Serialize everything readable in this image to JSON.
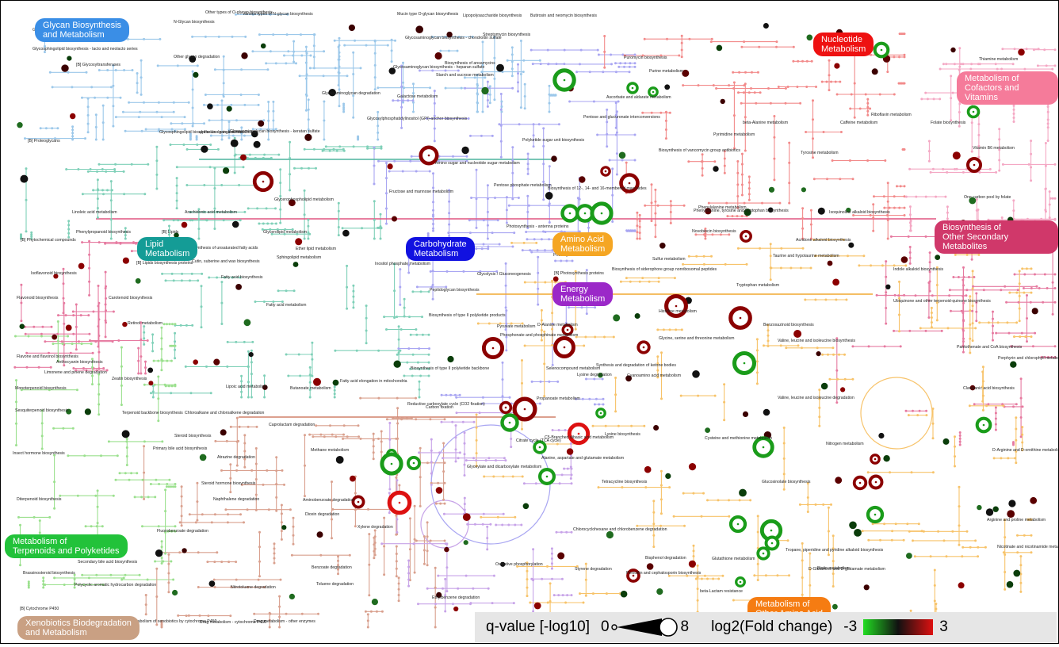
{
  "categories": {
    "glycan": {
      "label": "Glycan Biosynthesis\nand Metabolism",
      "color": "#3a8ee6"
    },
    "nucleotide": {
      "label": "Nucleotide\nMetabolism",
      "color": "#ee1111"
    },
    "cofactors": {
      "label": "Metabolism of\nCofactors and Vitamins",
      "color": "#f57b9a"
    },
    "secondary": {
      "label": "Biosynthesis of\nOther Secondary Metabolites",
      "color": "#d0386a"
    },
    "lipid": {
      "label": "Lipid\nMetabolism",
      "color": "#149c96"
    },
    "carbohydrate": {
      "label": "Carbohydrate\nMetabolism",
      "color": "#1111e0"
    },
    "amino": {
      "label": "Amino Acid\nMetabolism",
      "color": "#f5a623"
    },
    "energy": {
      "label": "Energy\nMetabolism",
      "color": "#9b28c8"
    },
    "terpenoids": {
      "label": "Metabolism of\nTerpenoids and Polyketides",
      "color": "#22c23a"
    },
    "xenobiotics": {
      "label": "Xenobiotics Biodegradation\nand Metabolism",
      "color": "#c9a083"
    },
    "other_amino": {
      "label": "Metabolism of\nOther Amino Acid",
      "color": "#f57c12"
    }
  },
  "pathway_labels": [
    "Glycosphingolipid biosynthesis - lacto and neolacto series",
    "[B] Glycosyltransferases",
    "N-Glycan biosynthesis",
    "Other types of O-glycan biosynthesis",
    "Various types of N-glycan biosynthesis",
    "Mucin type O-glycan biosynthesis",
    "Lipopolysaccharide biosynthesis",
    "Butirosin and neomycin biosynthesis",
    "Glycosphingolipid biosynthesis - globoseries",
    "Other glycan degradation",
    "Glycosaminoglycan biosynthesis - chondroitin sulfate",
    "Streptomycin biosynthesis",
    "Glycosaminoglycan biosynthesis - heparan sulfate",
    "Biosynthesis of ansamycins",
    "Starch and sucrose metabolism",
    "Puromycin biosynthesis",
    "Purine metabolism",
    "Thiamine metabolism",
    "Glycosaminoglycan degradation",
    "Galactose metabolism",
    "Ascorbate and aldarate metabolism",
    "Glycosylphosphatidylinositol (GPI)-anchor biosynthesis",
    "Glycosphingolipid biosynthesis - ganglioseries",
    "Glycosaminoglycan biosynthesis - keratan sulfate",
    "alpha-Linolenic acid metabolism",
    "Polyketide sugar unit biosynthesis",
    "Pentose and glucuronate interconversions",
    "Pyrimidine metabolism",
    "beta-Alanine metabolism",
    "Caffeine metabolism",
    "Riboflavin metabolism",
    "Folate biosynthesis",
    "[B] Proteoglycans",
    "Amino sugar and nucleotide sugar metabolism",
    "Tyrosine metabolism",
    "Vitamin B6 metabolism",
    "Biosynthesis of vancomycin group antibiotics",
    "Fructose and mannose metabolism",
    "Pentose phosphate metabolism",
    "Biosynthesis of 12-, 14- and 16-membered macrolides",
    "Phenylalanine, tyrosine and tryptophan biosynthesis",
    "One carbon pool by folate",
    "Linoleic acid metabolism",
    "Glycerophospholipid metabolism",
    "Arachidonic acid metabolism",
    "Phenylalanine metabolism",
    "Isoquinoline alkaloid biosynthesis",
    "Phenylpropanoid biosynthesis",
    "[B] Lipids",
    "Biosynthesis of unsaturated fatty acids",
    "Glycerolipid metabolism",
    "Photosynthesis - antenna proteins",
    "Novobiocin biosynthesis",
    "Acridone alkaloid biosynthesis",
    "[B] Phytochemical compounds",
    "Ether lipid metabolism",
    "Cutin, suberine and wax biosynthesis",
    "Sphingolipid metabolism",
    "[B] Lipids biosynthesis proteins",
    "Inositol phosphate metabolism",
    "Photosynthesis",
    "Sulfur metabolism",
    "Taurine and hypotaurine metabolism",
    "Isoflavonoid biosynthesis",
    "Fatty acid biosynthesis",
    "Glycolysis / Gluconeogenesis",
    "[B] Photosynthesis proteins",
    "Biosynthesis of siderophore group nonribosomal peptides",
    "Indole alkaloid biosynthesis",
    "Carotenoid biosynthesis",
    "Flavonoid biosynthesis",
    "Fatty acid metabolism",
    "Peptidoglycan biosynthesis",
    "Tryptophan metabolism",
    "Ubiquinone and other terpenoid-quinone biosynthesis",
    "Retinol metabolism",
    "Biosynthesis of type II polyketide products",
    "Phosphonate and phosphinate metabolism",
    "Histidine metabolism",
    "Benzoxazinoid biosynthesis",
    "Flavone and flavonol biosynthesis",
    "Anthocyanin biosynthesis",
    "Pyruvate metabolism",
    "D-Alanine metabolism",
    "Glycine, serine and threonine metabolism",
    "Valine, leucine and isoleucine biosynthesis",
    "Pantothenate and CoA biosynthesis",
    "Porphyrin and chlorophyll metabolism",
    "Limonene and pinene degradation",
    "Zeatin biosynthesis",
    "Biosynthesis of type II polyketide backbone",
    "Selenocompound metabolism",
    "Synthesis and degradation of ketone bodies",
    "Cyanoamino acid metabolism",
    "Monoterpenoid biosynthesis",
    "Butanoate metabolism",
    "Fatty acid elongation in mitochondria",
    "Lysine degradation",
    "Clavulanic acid biosynthesis",
    "Sesquiterpenoid biosynthesis",
    "Lipoic acid metabolism",
    "Propanoate metabolism",
    "Valine, leucine and isoleucine degradation",
    "Chloroalkane and chloroalkene degradation",
    "Reductive carboxylate cycle (CO2 fixation)",
    "Terpenoid backbone biosynthesis",
    "Carbon fixation",
    "Caprolactam degradation",
    "C5-Branched dibasic acid metabolism",
    "Lysine biosynthesis",
    "Steroid biosynthesis",
    "Citrate cycle (TCA cycle)",
    "Cysteine and methionine metabolism",
    "Nitrogen metabolism",
    "D-Arginine and D-ornithine metabolism",
    "Insect hormone biosynthesis",
    "Primary bile acid biosynthesis",
    "Methane metabolism",
    "Atrazine degradation",
    "Alanine, aspartate and glutamate metabolism",
    "Steroid hormone biosynthesis",
    "Glyoxylate and dicarboxylate metabolism",
    "Tetracycline biosynthesis",
    "Glucosinolate biosynthesis",
    "Diterpenoid biosynthesis",
    "Naphthalene degradation",
    "Aminobenzoate degradation",
    "Arginine and proline metabolism",
    "Nicotinate and nicotinamide metabolism",
    "Dioxin degradation",
    "Fluorobenzoate degradation",
    "Xylene degradation",
    "Chlorocyclohexane and chlorobenzene degradation",
    "Bisphenol degradation",
    "Glutathione metabolism",
    "Tropane, piperidine and pyridine alkaloid biosynthesis",
    "Styrene degradation",
    "Brassinosteroid biosynthesis",
    "Secondary bile acid biosynthesis",
    "Benzoate degradation",
    "Oxidative phosphorylation",
    "D-Glutamine and D-glutamate metabolism",
    "Biotin metabolism",
    "Toluene degradation",
    "Penicillin and cephalosporin biosynthesis",
    "Polycyclic aromatic hydrocarbon degradation",
    "[B] Cytochrome P450",
    "Nitrotoluene degradation",
    "DDT degradation",
    "Ethylbenzene degradation",
    "beta-Lactam resistance",
    "Metabolism of xenobiotics by cytochrome P450",
    "Drug metabolism - cytochrome P450",
    "Drug metabolism - other enzymes"
  ],
  "legend": {
    "qvalue_label": "q-value [-log10]",
    "qvalue_min": "0",
    "qvalue_max": "8",
    "fc_label": "log2(Fold change)",
    "fc_min": "-3",
    "fc_max": "3",
    "colors": {
      "low": "#22dd22",
      "mid": "#111111",
      "high": "#dd1111"
    }
  },
  "colors": {
    "glycan_lines": "#9cc8ea",
    "lipid_lines": "#7fd0b8",
    "carb_lines": "#a9a6f2",
    "amino_lines": "#f7c36a",
    "nucleotide_lines": "#f28a8a",
    "cofactor_lines": "#f4a8c4",
    "secondary_lines": "#e67aa0",
    "terpenoid_lines": "#9be08e",
    "xeno_lines": "#d9a08e",
    "energy_lines": "#c7a3e8"
  }
}
